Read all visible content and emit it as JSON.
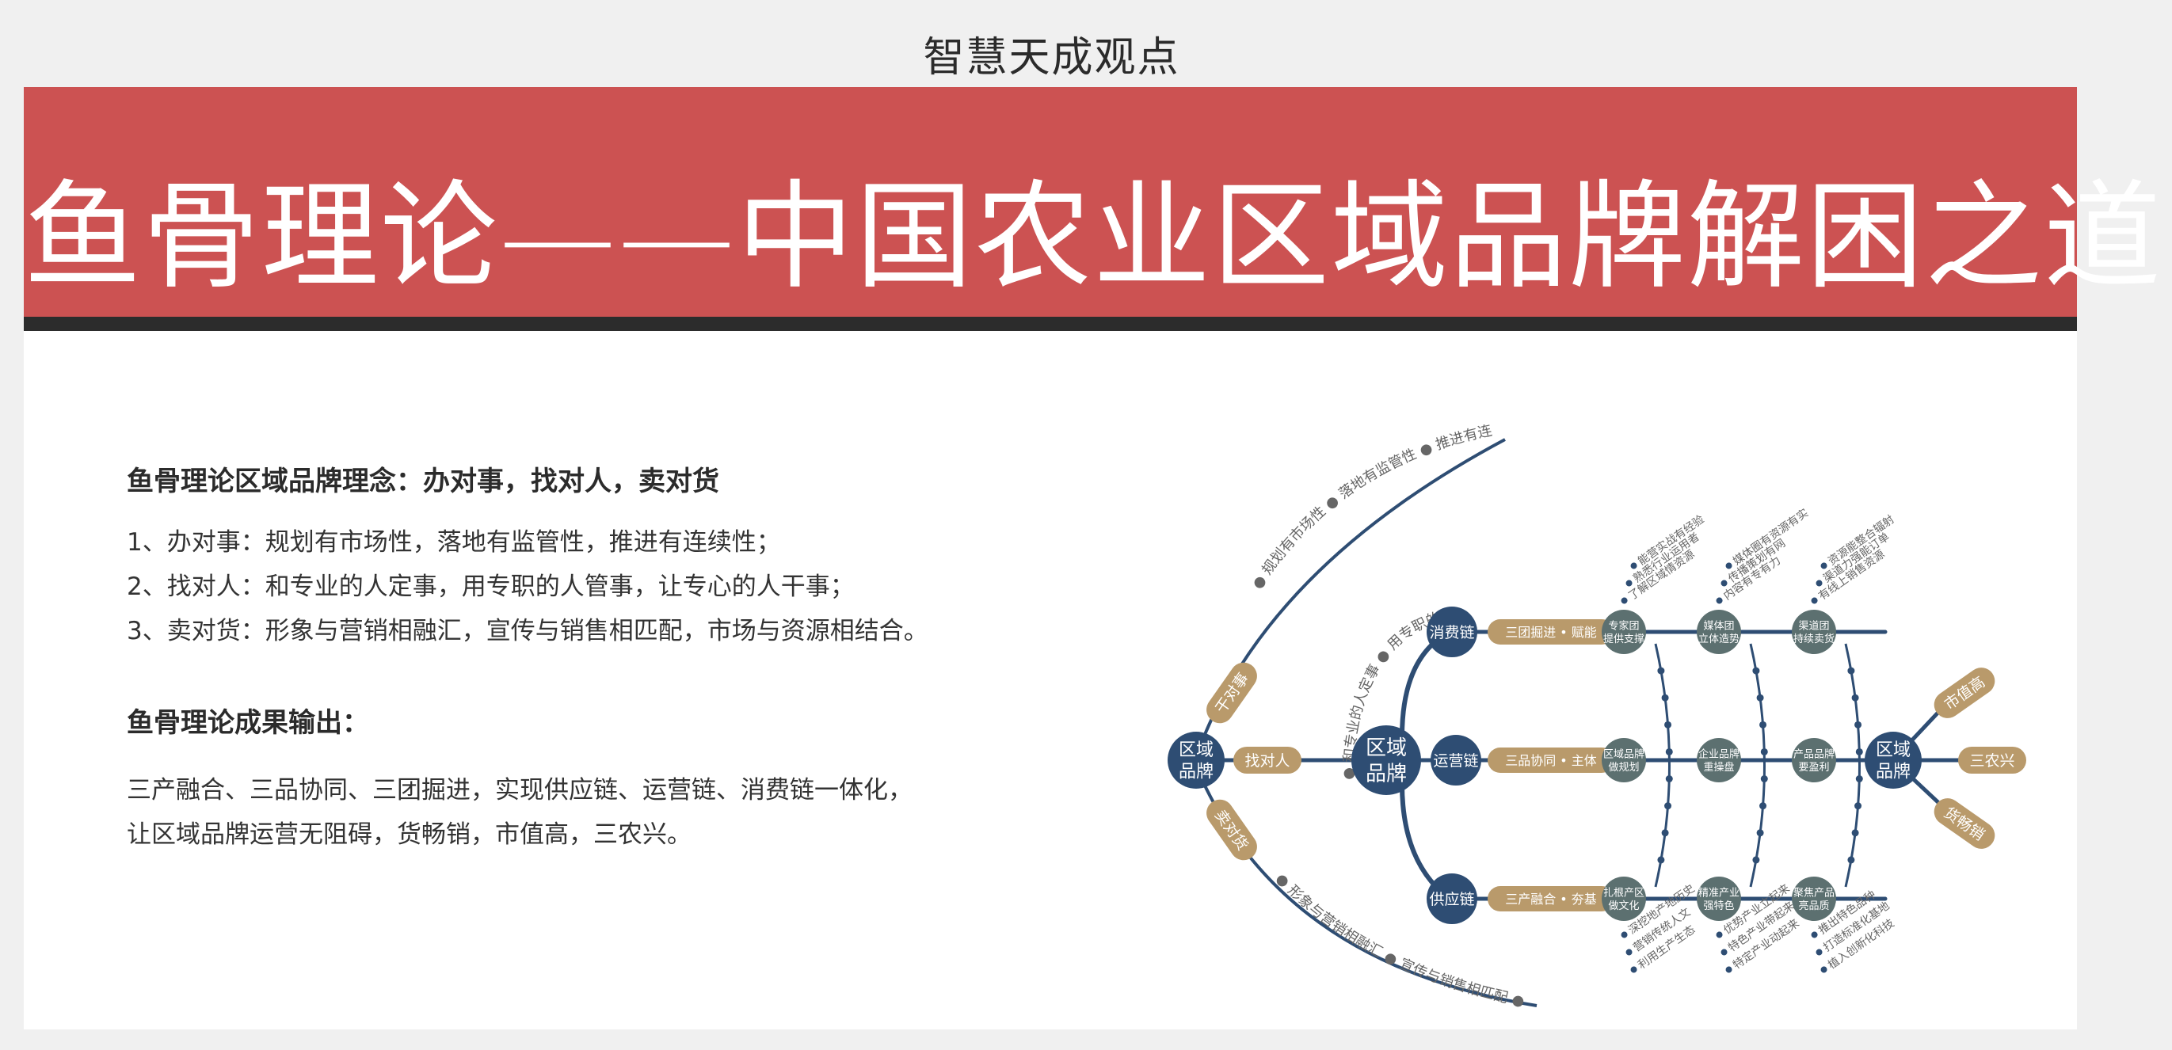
{
  "page": {
    "title": "智慧天成观点"
  },
  "banner": {
    "title": "鱼骨理论——中国农业区域品牌解困之道"
  },
  "concept": {
    "heading": "鱼骨理论区域品牌理念：办对事，找对人，卖对货",
    "lines": [
      "1、办对事：规划有市场性，落地有监管性，推进有连续性；",
      "2、找对人：和专业的人定事，用专职的人管事，让专心的人干事；",
      "3、卖对货：形象与营销相融汇，宣传与销售相匹配，市场与资源相结合。"
    ]
  },
  "output": {
    "heading": "鱼骨理论成果输出：",
    "lines": [
      "三产融合、三品协同、三团掘进，实现供应链、运营链、消费链一体化，",
      "让区域品牌运营无阻碍，货畅销，市值高，三农兴。"
    ]
  },
  "diagram": {
    "colors": {
      "navy": "#2e4d73",
      "gold": "#b99a6b",
      "gray": "#5c7070",
      "text": "#666666"
    },
    "left_node": [
      "区域",
      "品牌"
    ],
    "center_node": [
      "区域",
      "品牌"
    ],
    "right_node": [
      "区域",
      "品牌"
    ],
    "left_tags": [
      "干对事",
      "找对人",
      "卖对货"
    ],
    "right_tags": [
      "市值高",
      "三农兴",
      "货畅销"
    ],
    "chains": [
      "消费链",
      "运营链",
      "供应链"
    ],
    "chain_tags": [
      "三团掘进 • 赋能",
      "三品协同 • 主体",
      "三产融合 • 夯基"
    ],
    "top_arc": [
      "规划有市场性",
      "落地有监管性",
      "推进有连续性"
    ],
    "inner_arc": [
      "和专业的人定事",
      "用专职的人管事",
      "让专心的人干事"
    ],
    "bottom_arc": [
      "形象与营销相融汇",
      "宣传与销售相匹配",
      "市场与资源相结合"
    ],
    "top_nodes": [
      {
        "lines": [
          "专家团",
          "提供支撑"
        ],
        "notes": [
          "了解区域情资源",
          "熟悉行业运用者",
          "能营实战有经验"
        ]
      },
      {
        "lines": [
          "媒体团",
          "立体造势"
        ],
        "notes": [
          "内容有专有力",
          "传播策划有网",
          "媒体圈有资源有实"
        ]
      },
      {
        "lines": [
          "渠道团",
          "持续卖货"
        ],
        "notes": [
          "有线上销售资源",
          "渠道力强能订单",
          "资源能整合辐射"
        ]
      }
    ],
    "mid_nodes": [
      {
        "lines": [
          "区域品牌",
          "做规划"
        ]
      },
      {
        "lines": [
          "企业品牌",
          "重操盘"
        ]
      },
      {
        "lines": [
          "产品品牌",
          "要盈利"
        ]
      }
    ],
    "bottom_nodes": [
      {
        "lines": [
          "扎根产区",
          "做文化"
        ],
        "notes": [
          "深挖地产地历史",
          "营销传统人文",
          "利用生产生态"
        ]
      },
      {
        "lines": [
          "精准产业",
          "强特色"
        ],
        "notes": [
          "优势产业立起来",
          "特色产业带起来",
          "特定产业动起来"
        ]
      },
      {
        "lines": [
          "聚焦产品",
          "亮品质"
        ],
        "notes": [
          "推出特色品种",
          "打造标准化基地",
          "植入创新化科技"
        ]
      }
    ]
  }
}
